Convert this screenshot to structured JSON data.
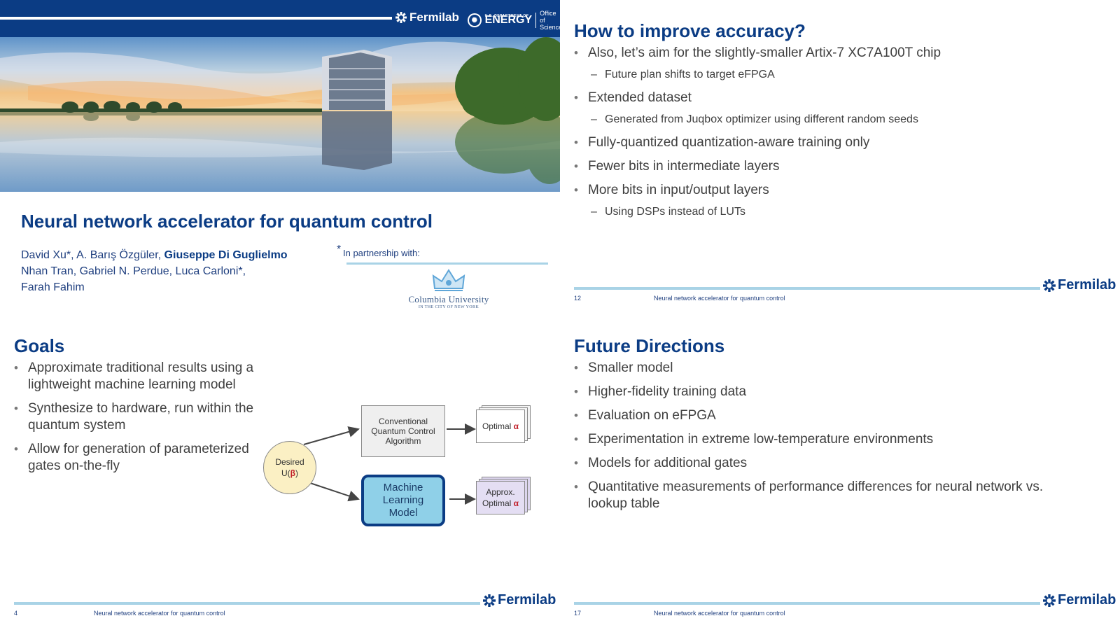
{
  "slide1": {
    "header_brand": "Fermilab",
    "doe_small": "U.S. DEPARTMENT OF",
    "doe_word": "ENERGY",
    "office_line1": "Office of",
    "office_line2": "Science",
    "title": "Neural network accelerator for quantum control",
    "authors_line1_plain": "David Xu*, A. Barış Özgüler, ",
    "authors_line1_bold": "Giuseppe Di Guglielmo",
    "authors_line2": "Nhan Tran, Gabriel N. Perdue, Luca Carloni*,",
    "authors_line3": "Farah Fahim",
    "partner_mark": "*",
    "partner_label": "In partnership with:",
    "partner_name": "Columbia University",
    "partner_city": "IN THE CITY OF NEW YORK"
  },
  "slide2": {
    "heading": "How to improve accuracy?",
    "bullets": [
      "Also, let’s aim for the slightly-smaller Artix-7 XC7A100T chip",
      "Future plan shifts to target eFPGA",
      "Extended dataset",
      "Generated from Juqbox optimizer using different random seeds",
      "Fully-quantized quantization-aware training only",
      "Fewer bits in intermediate layers",
      "More bits in input/output layers",
      "Using DSPs instead of LUTs"
    ],
    "page_number": "12",
    "footer_title": "Neural network accelerator for quantum control",
    "brand": "Fermilab"
  },
  "slide3": {
    "heading": "Goals",
    "bullets": [
      "Approximate traditional results using a lightweight machine learning model",
      "Synthesize to hardware, run within the quantum system",
      "Allow for generation of parameterized gates on-the-fly"
    ],
    "diagram": {
      "desired_line1": "Desired",
      "desired_u": "U(",
      "desired_beta": "β",
      "desired_close": ")",
      "conventional_line1": "Conventional",
      "conventional_line2": "Quantum Control",
      "conventional_line3": "Algorithm",
      "ml_line1": "Machine",
      "ml_line2": "Learning",
      "ml_line3": "Model",
      "optimal_label": "Optimal",
      "approx_line1": "Approx.",
      "approx_label": "Optimal",
      "alpha": "α"
    },
    "page_number": "4",
    "footer_title": "Neural network accelerator for quantum control",
    "brand": "Fermilab"
  },
  "slide4": {
    "heading": "Future Directions",
    "bullets": [
      "Smaller model",
      "Higher-fidelity training data",
      "Evaluation on eFPGA",
      "Experimentation in extreme low-temperature environments",
      "Models for additional gates",
      "Quantitative measurements of performance differences for neural network vs. lookup table"
    ],
    "page_number": "17",
    "footer_title": "Neural network accelerator for quantum control",
    "brand": "Fermilab"
  },
  "colors": {
    "navy": "#0b3c84",
    "light_blue_rule": "#a9d3e6",
    "ml_box_fill": "#8fd0e8",
    "desired_fill": "#fbf0c4",
    "doc_front_top": "#eef0f6",
    "doc_approx": "#ddd6ef",
    "accent_red": "#c0202a"
  },
  "icons": {
    "fermilab_logo": "fermilab-snowflake-icon",
    "doe_seal": "doe-seal-icon",
    "columbia_crown": "crown-icon"
  }
}
